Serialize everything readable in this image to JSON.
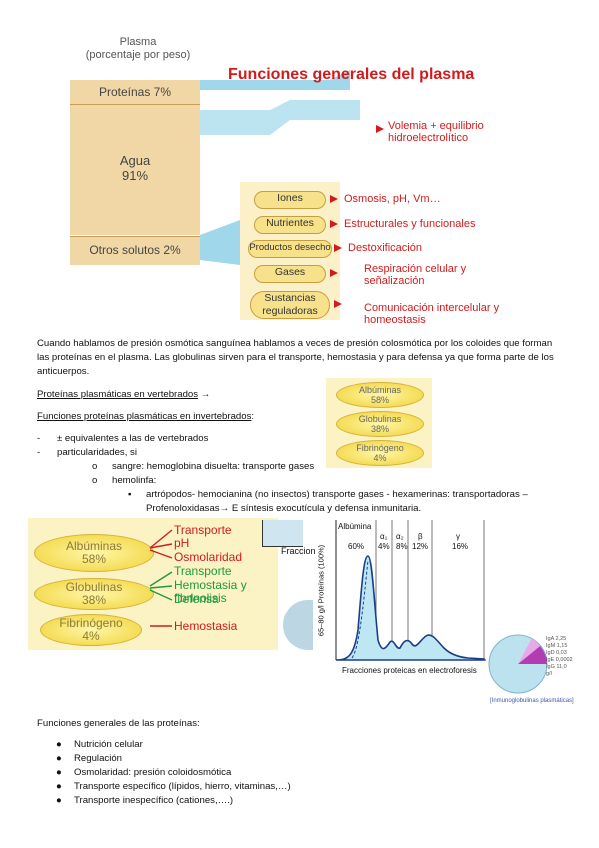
{
  "figure1": {
    "plasma_title": "Plasma",
    "plasma_subtitle": "(porcentaje por peso)",
    "proteins": "Proteínas 7%",
    "water_label": "Agua",
    "water_pct": "91%",
    "others": "Otros solutos 2%",
    "title": "Funciones generales del plasma",
    "volemia": "Volemia + equilibrio",
    "volemia2": "hidroelectrolítico",
    "rows": [
      {
        "pill": "Iones",
        "fn": "Osmosis, pH, Vm…"
      },
      {
        "pill": "Nutrientes",
        "fn": "Estructurales y funcionales"
      },
      {
        "pill": "Productos desecho",
        "fn": "Destoxificación"
      },
      {
        "pill": "Gases",
        "fn": "Respiración celular y",
        "fn2": "señalización"
      },
      {
        "pill": "Sustancias",
        "pill2": "reguladoras",
        "fn": "Comunicación intercelular y",
        "fn2": "homeostasis"
      }
    ]
  },
  "paragraph": "Cuando hablamos de presión osmótica sanguínea hablamos a veces de presión colosmótica por los coloides que forman las proteínas en el plasma. Las globulinas sirven para el transporte, hemostasia y para defensa ya que forma parte de los anticuerpos.",
  "link_vertebrados": "Proteínas plasmáticas en vertebrados",
  "arrow": "→",
  "heading_invert": "Funciones proteínas plasmáticas en invertebrados",
  "heading_invert_colon": ":",
  "list": {
    "item1": "± equivalentes a las de vertebrados",
    "item2": "particularidades, si",
    "sub1": "sangre: hemoglobina disuelta: transporte gases",
    "sub2": "hemolinfa:",
    "subsub1": "artrópodos- hemocianina (no insectos) transporte gases - hexamerinas: transportadoras –",
    "subsub1b": "Profenoloxidasas→ E síntesis exocutícula y defensa inmunitaria."
  },
  "small_pills": [
    {
      "name": "Albúminas",
      "pct": "58%"
    },
    {
      "name": "Globulinas",
      "pct": "38%"
    },
    {
      "name": "Fibrinógeno",
      "pct": "4%"
    }
  ],
  "figure2": {
    "albumin": "Albúminas",
    "albumin_pct": "58%",
    "glob": "Globulinas",
    "glob_pct": "38%",
    "fib": "Fibrinógeno",
    "fib_pct": "4%",
    "a1": "Transporte",
    "a2": "pH",
    "a3": "Osmolaridad",
    "g1": "Transporte",
    "g2": "Hemostasia y fibrinolisis",
    "g3": "Defensa",
    "f1": "Hemostasia",
    "fraccion": "Fraccion"
  },
  "electro": {
    "albumina": "Albúmina",
    "alb_pct": "60%",
    "a1": "α₁",
    "a1p": "4%",
    "a2": "α₂",
    "a2p": "8%",
    "b": "β",
    "bp": "12%",
    "g": "γ",
    "gp": "16%",
    "ylabel": "Proteínas (100%)",
    "yrange": "65–80 g/l",
    "xlabel": "Fracciones proteicas en electroforesis"
  },
  "immuno": {
    "rows": [
      {
        "k": "IgA",
        "v": "2,25"
      },
      {
        "k": "IgM",
        "v": "1,15"
      },
      {
        "k": "IgD",
        "v": "0,03"
      },
      {
        "k": "IgE",
        "v": "0,0002"
      },
      {
        "k": "IgG",
        "v": "11,0"
      }
    ],
    "unit": "g/l",
    "caption": "[Inmunoglobulinas plasmáticas]"
  },
  "functions_heading": "Funciones generales de las proteínas:",
  "functions": [
    "Nutrición celular",
    "Regulación",
    "Osmolaridad: presión coloidosmótica",
    "Transporte específico (lípidos, hierro, vitaminas,…)",
    "Transporte inespecífico (cationes,….)"
  ],
  "colors": {
    "red": "#d01c1c",
    "green": "#1f9a3a",
    "pill": "#f3d94a",
    "teal": "#8fd0e6"
  }
}
